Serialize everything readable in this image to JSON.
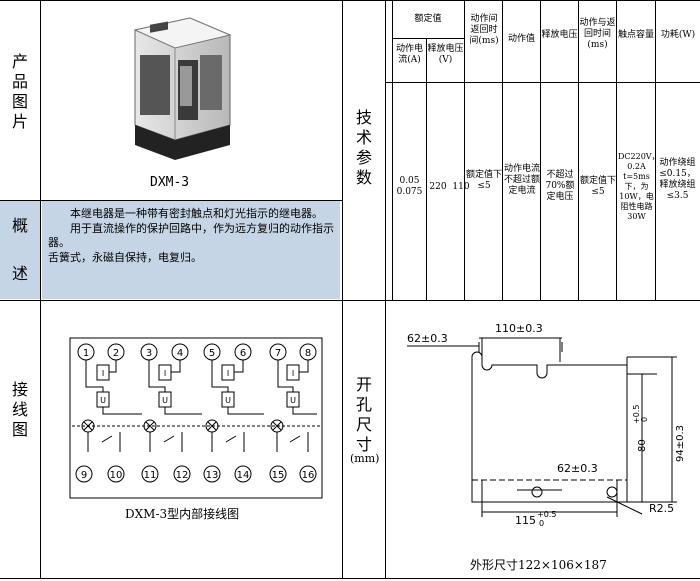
{
  "left": {
    "image_label": "产品图片",
    "model": "DXM-3",
    "overview_label_top": "概",
    "overview_label_bottom": "述",
    "overview_p1": "本继电器是一种带有密封触点和灯光指示的继电器。",
    "overview_p2": "用于直流操作的保护回路中，作为远方复归的动作指示器。",
    "overview_p3": "舌簧式，永磁自保持，电复归。",
    "wiring_label": "接线图",
    "wiring_caption": "DXM-3型内部接线图",
    "top_terminals": [
      "1",
      "2",
      "3",
      "4",
      "5",
      "6",
      "7",
      "8"
    ],
    "bottom_terminals": [
      "9",
      "10",
      "11",
      "12",
      "13",
      "14",
      "15",
      "16"
    ],
    "coil_I": "I",
    "coil_U": "U"
  },
  "tech": {
    "label": "技术参数",
    "hdr_rated": "额定值",
    "hdr_op_current": "动作电流(A)",
    "hdr_release_voltage": "释放电压(V)",
    "hdr_op_return_time": "动作间返回时间(ms)",
    "hdr_op_value": "动作值",
    "hdr_release": "释放电压",
    "hdr_op_return_time2": "动作与返回时间(ms)",
    "hdr_contact": "触点容量",
    "hdr_power": "功耗(W)",
    "val_current": "0.05\n0.075",
    "val_voltage": "220",
    "val_time": "110",
    "val_time_lim": "额定值下≤5",
    "val_op": "动作电流不超过额定电流",
    "val_release": "不超过70%额定电压",
    "val_op_return": "额定值下≤5",
    "val_contact": "DC220V，0.2A t=5ms下，为10W，电阻性电路30W",
    "val_power": "动作绕组≤0.15，释放绕组≤3.5"
  },
  "cutout": {
    "label": "开孔尺寸",
    "unit": "(mm)",
    "dim_62_top": "62±0.3",
    "dim_110": "110±0.3",
    "dim_80": "80",
    "dim_80_tol_plus": "+0.5",
    "dim_80_tol_zero": "0",
    "dim_94": "94±0.3",
    "dim_62_bottom": "62±0.3",
    "dim_115": "115",
    "dim_115_tol_plus": "+0.5",
    "dim_115_tol_zero": "0",
    "dim_r": "R2.5",
    "outline": "外形尺寸122×106×187"
  }
}
